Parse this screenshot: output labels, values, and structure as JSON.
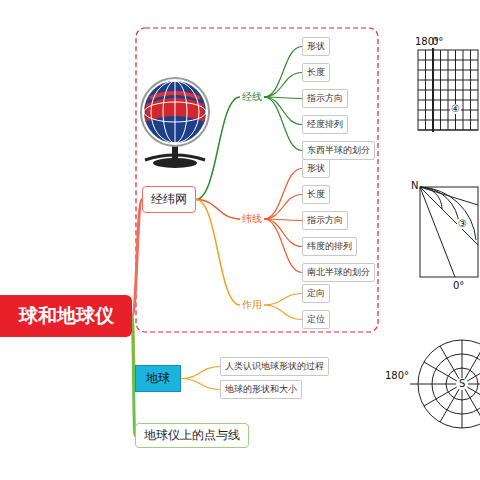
{
  "diagram": {
    "nodes": [
      {
        "text": [
          "球和地球仪"
        ]
      },
      {
        "text": [
          "经纬网"
        ]
      },
      {
        "text": [
          "经线"
        ]
      },
      {
        "text": [
          "形状"
        ]
      },
      {
        "text": [
          "长度"
        ]
      },
      {
        "text": [
          "指示方向"
        ]
      },
      {
        "text": [
          "经度排列"
        ]
      },
      {
        "text": [
          "东西半球的划分"
        ]
      },
      {
        "text": [
          "纬线"
        ]
      },
      {
        "text": [
          "形状"
        ]
      },
      {
        "text": [
          "长度"
        ]
      },
      {
        "text": [
          "指示方向"
        ]
      },
      {
        "text": [
          "纬度的排列"
        ]
      },
      {
        "text": [
          "南北半球的划分"
        ]
      },
      {
        "text": [
          "作用"
        ]
      },
      {
        "text": [
          "定向"
        ]
      },
      {
        "text": [
          "定位"
        ]
      },
      {
        "text": [
          "地球"
        ]
      },
      {
        "text": [
          "人类认识地球形状的过程"
        ]
      },
      {
        "text": [
          "地球的形状和大小"
        ]
      },
      {
        "text": [
          "地球仪上的点与线"
        ]
      }
    ],
    "edges": [
      {
        "from": 0,
        "to": 1,
        "arrow": "none"
      },
      {
        "from": 0,
        "to": 17,
        "arrow": "none"
      },
      {
        "from": 0,
        "to": 20,
        "arrow": "none"
      },
      {
        "from": 1,
        "to": 2,
        "arrow": "none"
      },
      {
        "from": 1,
        "to": 8,
        "arrow": "none"
      },
      {
        "from": 1,
        "to": 14,
        "arrow": "none"
      },
      {
        "from": 2,
        "to": 3,
        "arrow": "none"
      },
      {
        "from": 2,
        "to": 4,
        "arrow": "none"
      },
      {
        "from": 2,
        "to": 5,
        "arrow": "none"
      },
      {
        "from": 2,
        "to": 6,
        "arrow": "none"
      },
      {
        "from": 2,
        "to": 7,
        "arrow": "none"
      },
      {
        "from": 8,
        "to": 9,
        "arrow": "none"
      },
      {
        "from": 8,
        "to": 10,
        "arrow": "none"
      },
      {
        "from": 8,
        "to": 11,
        "arrow": "none"
      },
      {
        "from": 8,
        "to": 12,
        "arrow": "none"
      },
      {
        "from": 8,
        "to": 13,
        "arrow": "none"
      },
      {
        "from": 14,
        "to": 15,
        "arrow": "none"
      },
      {
        "from": 14,
        "to": 16,
        "arrow": "none"
      },
      {
        "from": 17,
        "to": 18,
        "arrow": "none"
      },
      {
        "from": 17,
        "to": 19,
        "arrow": "none"
      }
    ],
    "labels": [
      "180°",
      "0°",
      "④",
      "N",
      "③",
      "0°",
      "180°",
      "S"
    ]
  }
}
